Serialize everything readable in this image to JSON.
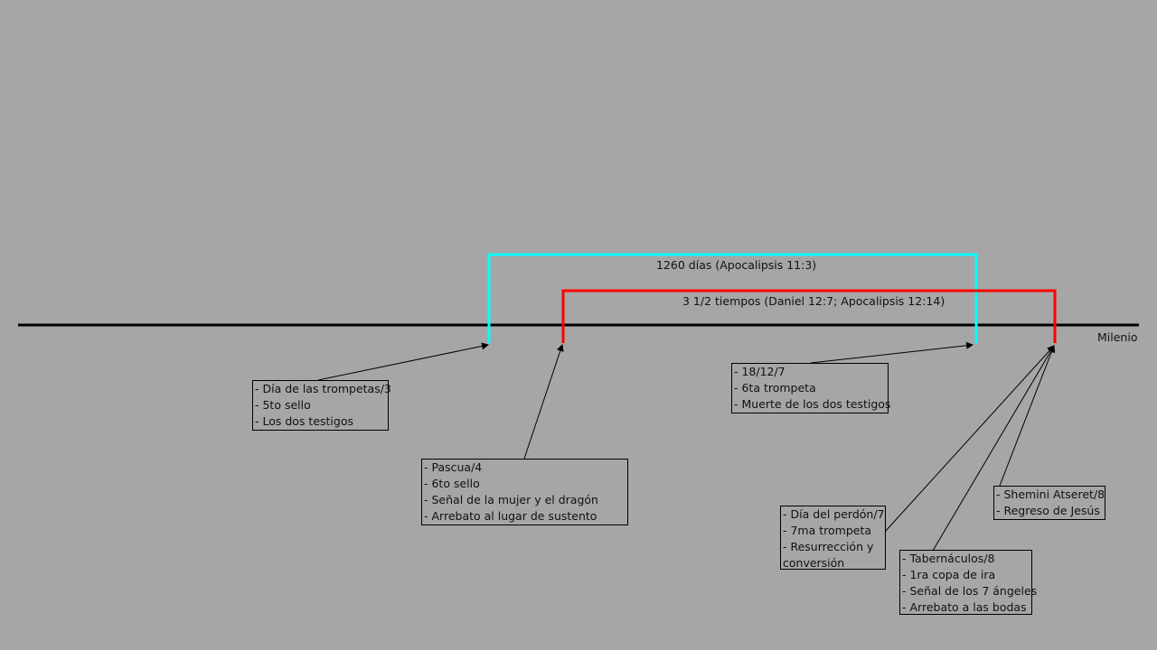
{
  "colors": {
    "background": "#a6a6a6",
    "timeline": "#000000",
    "bracket_1260": "#00ffff",
    "bracket_3_5": "#ff0000"
  },
  "brackets": {
    "days_1260": "1260 días (Apocalipsis 11:3)",
    "times_3_5": "3 1/2 tiempos (Daniel 12:7; Apocalipsis 12:14)"
  },
  "timeline_end_label": "Milenio",
  "boxes": {
    "trumpets": [
      "- Día de las trompetas/3",
      "- 5to sello",
      "- Los dos testigos"
    ],
    "passover": [
      "- Pascua/4",
      "- 6to sello",
      "- Señal de la mujer y el dragón",
      "- Arrebato al lugar de sustento"
    ],
    "date_18_12_7": [
      "- 18/12/7",
      "- 6ta trompeta",
      "- Muerte de los dos testigos"
    ],
    "atonement": [
      "- Día del perdón/7",
      "- 7ma trompeta",
      "- Resurrección y",
      "conversión"
    ],
    "tabernacles": [
      "- Tabernáculos/8",
      "- 1ra copa de ira",
      "- Señal de los 7 ángeles",
      "- Arrebato a las bodas"
    ],
    "shemini": [
      "- Shemini Atseret/8",
      "- Regreso de Jesús"
    ]
  }
}
